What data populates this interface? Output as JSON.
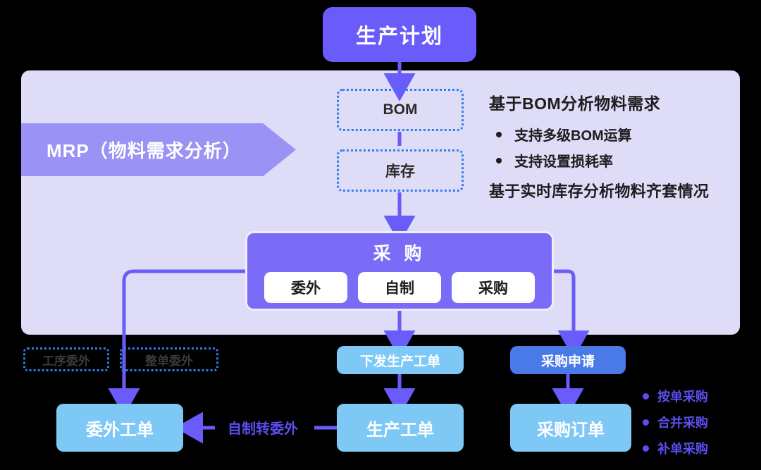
{
  "diagram": {
    "title": "生产计划",
    "panel_label": "MRP（物料需求分析）",
    "nodes": {
      "bom": "BOM",
      "inventory": "库存",
      "purchase_header": "采 购",
      "purchase_options": [
        "委外",
        "自制",
        "采购"
      ],
      "issue_order": "下发生产工单",
      "purchase_request": "采购申请",
      "outsource_order": "委外工单",
      "production_order": "生产工单",
      "purchase_order": "采购订单"
    },
    "dashed_tags": [
      "工序委外",
      "整单委外"
    ],
    "edge_labels": {
      "self_to_outsource": "自制转委外"
    },
    "notes": {
      "heading": "基于BOM分析物料需求",
      "bullets": [
        "支持多级BOM运算",
        "支持设置损耗率"
      ],
      "footer": "基于实时库存分析物料齐套情况"
    },
    "purchase_modes": [
      "按单采购",
      "合并采购",
      "补单采购"
    ],
    "colors": {
      "title_purple": "#6a5cfa",
      "panel_lavender": "#dedcf7",
      "mrp_purple": "#9b92f5",
      "card_purple": "#7a6cf7",
      "light_blue": "#7ec8f5",
      "dark_blue": "#4a7ae8",
      "dotted_blue": "#2f7ef0",
      "arrow_purple": "#6a5cfa"
    }
  }
}
